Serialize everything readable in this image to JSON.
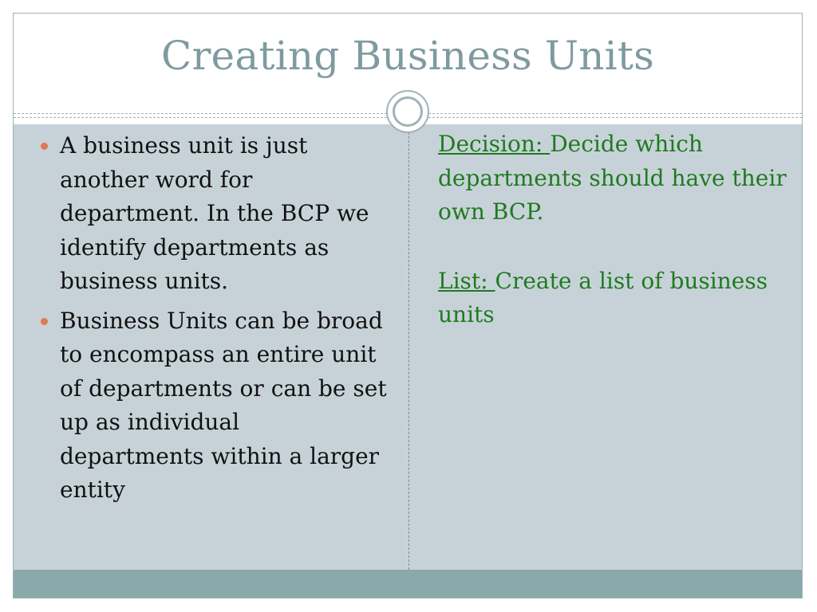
{
  "slide": {
    "title": "Creating Business Units",
    "bullets": [
      "A business unit is just another word for department. In the BCP we identify departments as business units.",
      "Business Units can be broad to encompass an entire unit of departments or can be set up as individual departments within a larger entity"
    ],
    "right_items": [
      {
        "lead": "Decision: ",
        "text": "Decide which departments should have their own BCP."
      },
      {
        "lead": "List: ",
        "text": "Create a list of business units"
      }
    ]
  },
  "colors": {
    "title": "#7f9ba0",
    "content_bg": "#c7d2d8",
    "footer_band": "#8aa9aa",
    "bullet_dot": "#e07850",
    "right_text": "#1f7a1f"
  },
  "icons": {
    "bullet": "round-bullet-icon",
    "title_ornament": "circle-ornament-icon"
  }
}
